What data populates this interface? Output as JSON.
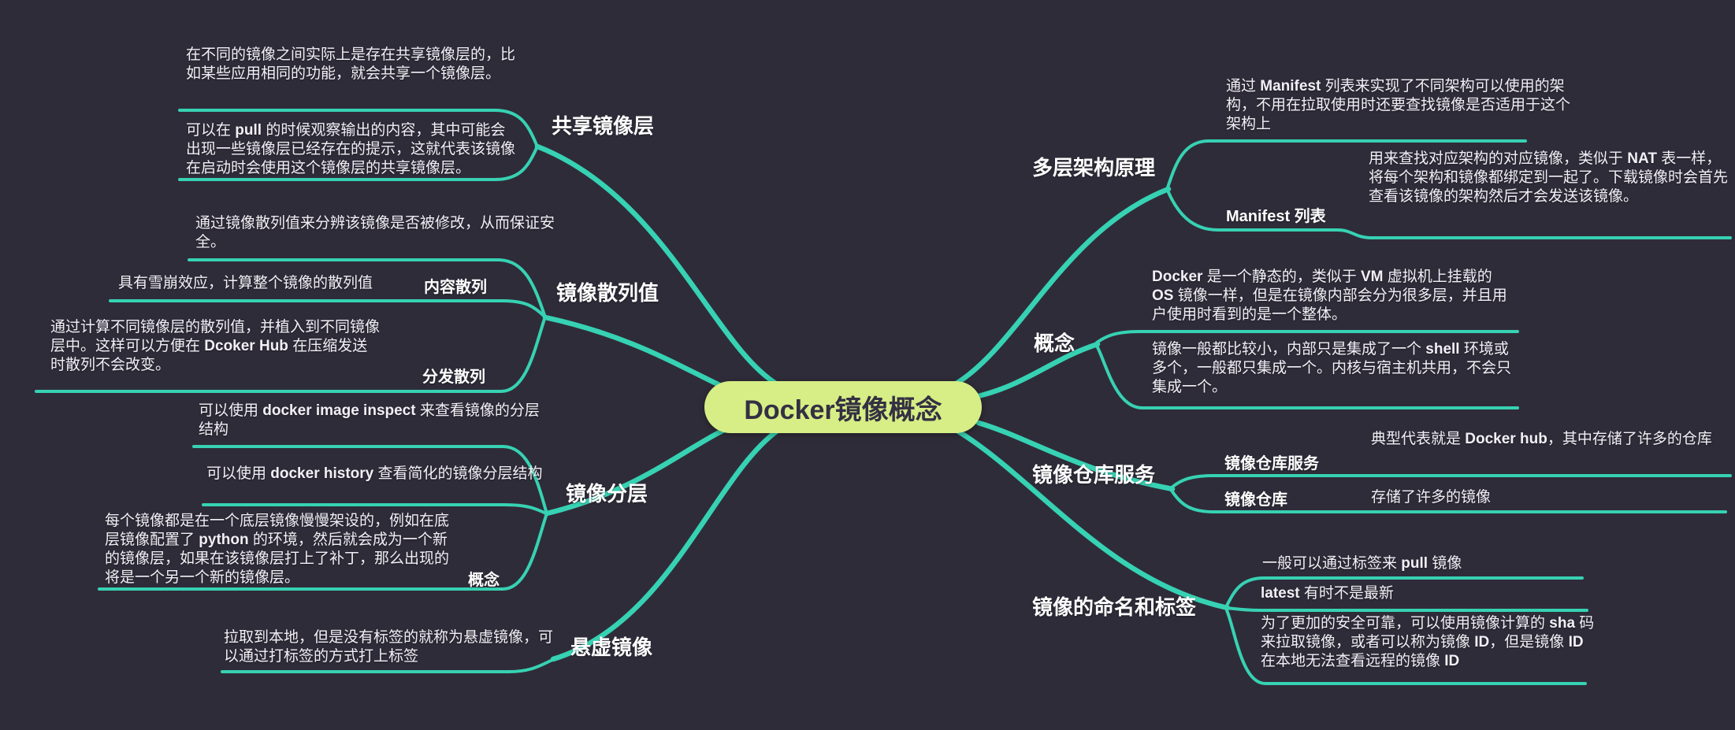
{
  "app": {
    "background": "#2f2c39",
    "branch_color": "#36d2b3",
    "text_color": "#f2f0f6",
    "center_fill": "#d6ee85",
    "center_text_color": "#343043"
  },
  "center": {
    "label": "Docker镜像概念"
  },
  "left": {
    "shared_layers": {
      "label": "共享镜像层",
      "note_top": "在不同的镜像之间实际上是存在共享镜像层的，比如某些应用相同的功能，就会共享一个镜像层。",
      "note_bottom": [
        "可以在 ",
        {
          "t": "pull",
          "b": true
        },
        " 的时候观察输出的内容，其中可能会出现一些镜像层已经存在的提示，这就代表该镜像在启动时会使用这个镜像层的共享镜像层。"
      ]
    },
    "hash": {
      "label": "镜像散列值",
      "note": "通过镜像散列值来分辨该镜像是否被修改，从而保证安全。",
      "content_hash": {
        "label": "内容散列",
        "note": "具有雪崩效应，计算整个镜像的散列值"
      },
      "distribution_hash": {
        "label": "分发散列",
        "note": [
          "通过计算不同镜像层的散列值，并植入到不同镜像层中。这样可以方便在 ",
          {
            "t": "Dcoker Hub",
            "b": true
          },
          " 在压缩发送时散列不会改变。"
        ]
      }
    },
    "layering": {
      "label": "镜像分层",
      "note_inspect": [
        "可以使用 ",
        {
          "t": "docker image inspect",
          "b": true
        },
        " 来查看镜像的分层结构"
      ],
      "note_history": [
        "可以使用 ",
        {
          "t": "docker history",
          "b": true
        },
        " 查看简化的镜像分层结构"
      ],
      "concept": {
        "label": "概念",
        "note": [
          "每个镜像都是在一个底层镜像慢慢架设的，例如在底层镜像配置了 ",
          {
            "t": "python",
            "b": true
          },
          " 的环境，然后就会成为一个新的镜像层，如果在该镜像层打上了补丁，那么出现的将是一个另一个新的镜像层。"
        ]
      }
    },
    "dangling": {
      "label": "悬虚镜像",
      "note": "拉取到本地，但是没有标签的就称为悬虚镜像，可以通过打标签的方式打上标签"
    }
  },
  "right": {
    "multi_arch": {
      "label": "多层架构原理",
      "note": [
        "通过 ",
        {
          "t": "Manifest",
          "b": true
        },
        " 列表来实现了不同架构可以使用的架构，不用在拉取使用时还要查找镜像是否适用于这个架构上"
      ],
      "manifest": {
        "label": "Manifest 列表",
        "note": [
          "用来查找对应架构的对应镜像，类似于 ",
          {
            "t": "NAT",
            "b": true
          },
          " 表一样，将每个架构和镜像都绑定到一起了。下载镜像时会首先查看该镜像的架构然后才会发送该镜像。"
        ]
      }
    },
    "concept": {
      "label": "概念",
      "note_static": [
        {
          "t": "Docker",
          "b": true
        },
        " 是一个静态的，类似于 ",
        {
          "t": "VM",
          "b": true
        },
        " 虚拟机上挂载的 ",
        {
          "t": "OS",
          "b": true
        },
        " 镜像一样，但是在镜像内部会分为很多层，并且用户使用时看到的是一个整体。"
      ],
      "note_small": [
        "镜像一般都比较小，内部只是集成了一个 ",
        {
          "t": "shell",
          "b": true
        },
        " 环境或多个，一般都只集成一个。内核与宿主机共用，不会只集成一个。"
      ]
    },
    "registry": {
      "label": "镜像仓库服务",
      "service": {
        "label": "镜像仓库服务",
        "note": [
          "典型代表就是 ",
          {
            "t": "Docker hub",
            "b": true
          },
          "，其中存储了许多的仓库"
        ]
      },
      "repo": {
        "label": "镜像仓库",
        "note": "存储了许多的镜像"
      }
    },
    "naming": {
      "label": "镜像的命名和标签",
      "note_tag": [
        "一般可以通过标签来 ",
        {
          "t": "pull",
          "b": true
        },
        " 镜像"
      ],
      "note_latest": [
        {
          "t": "latest",
          "b": true
        },
        " 有时不是最新"
      ],
      "note_sha": [
        "为了更加的安全可靠，可以使用镜像计算的 ",
        {
          "t": "sha",
          "b": true
        },
        " 码来拉取镜像，或者可以称为镜像 ",
        {
          "t": "ID",
          "b": true
        },
        "，但是镜像 ",
        {
          "t": "ID",
          "b": true
        },
        " 在本地无法查看远程的镜像 ",
        {
          "t": "ID",
          "b": true
        }
      ]
    }
  }
}
